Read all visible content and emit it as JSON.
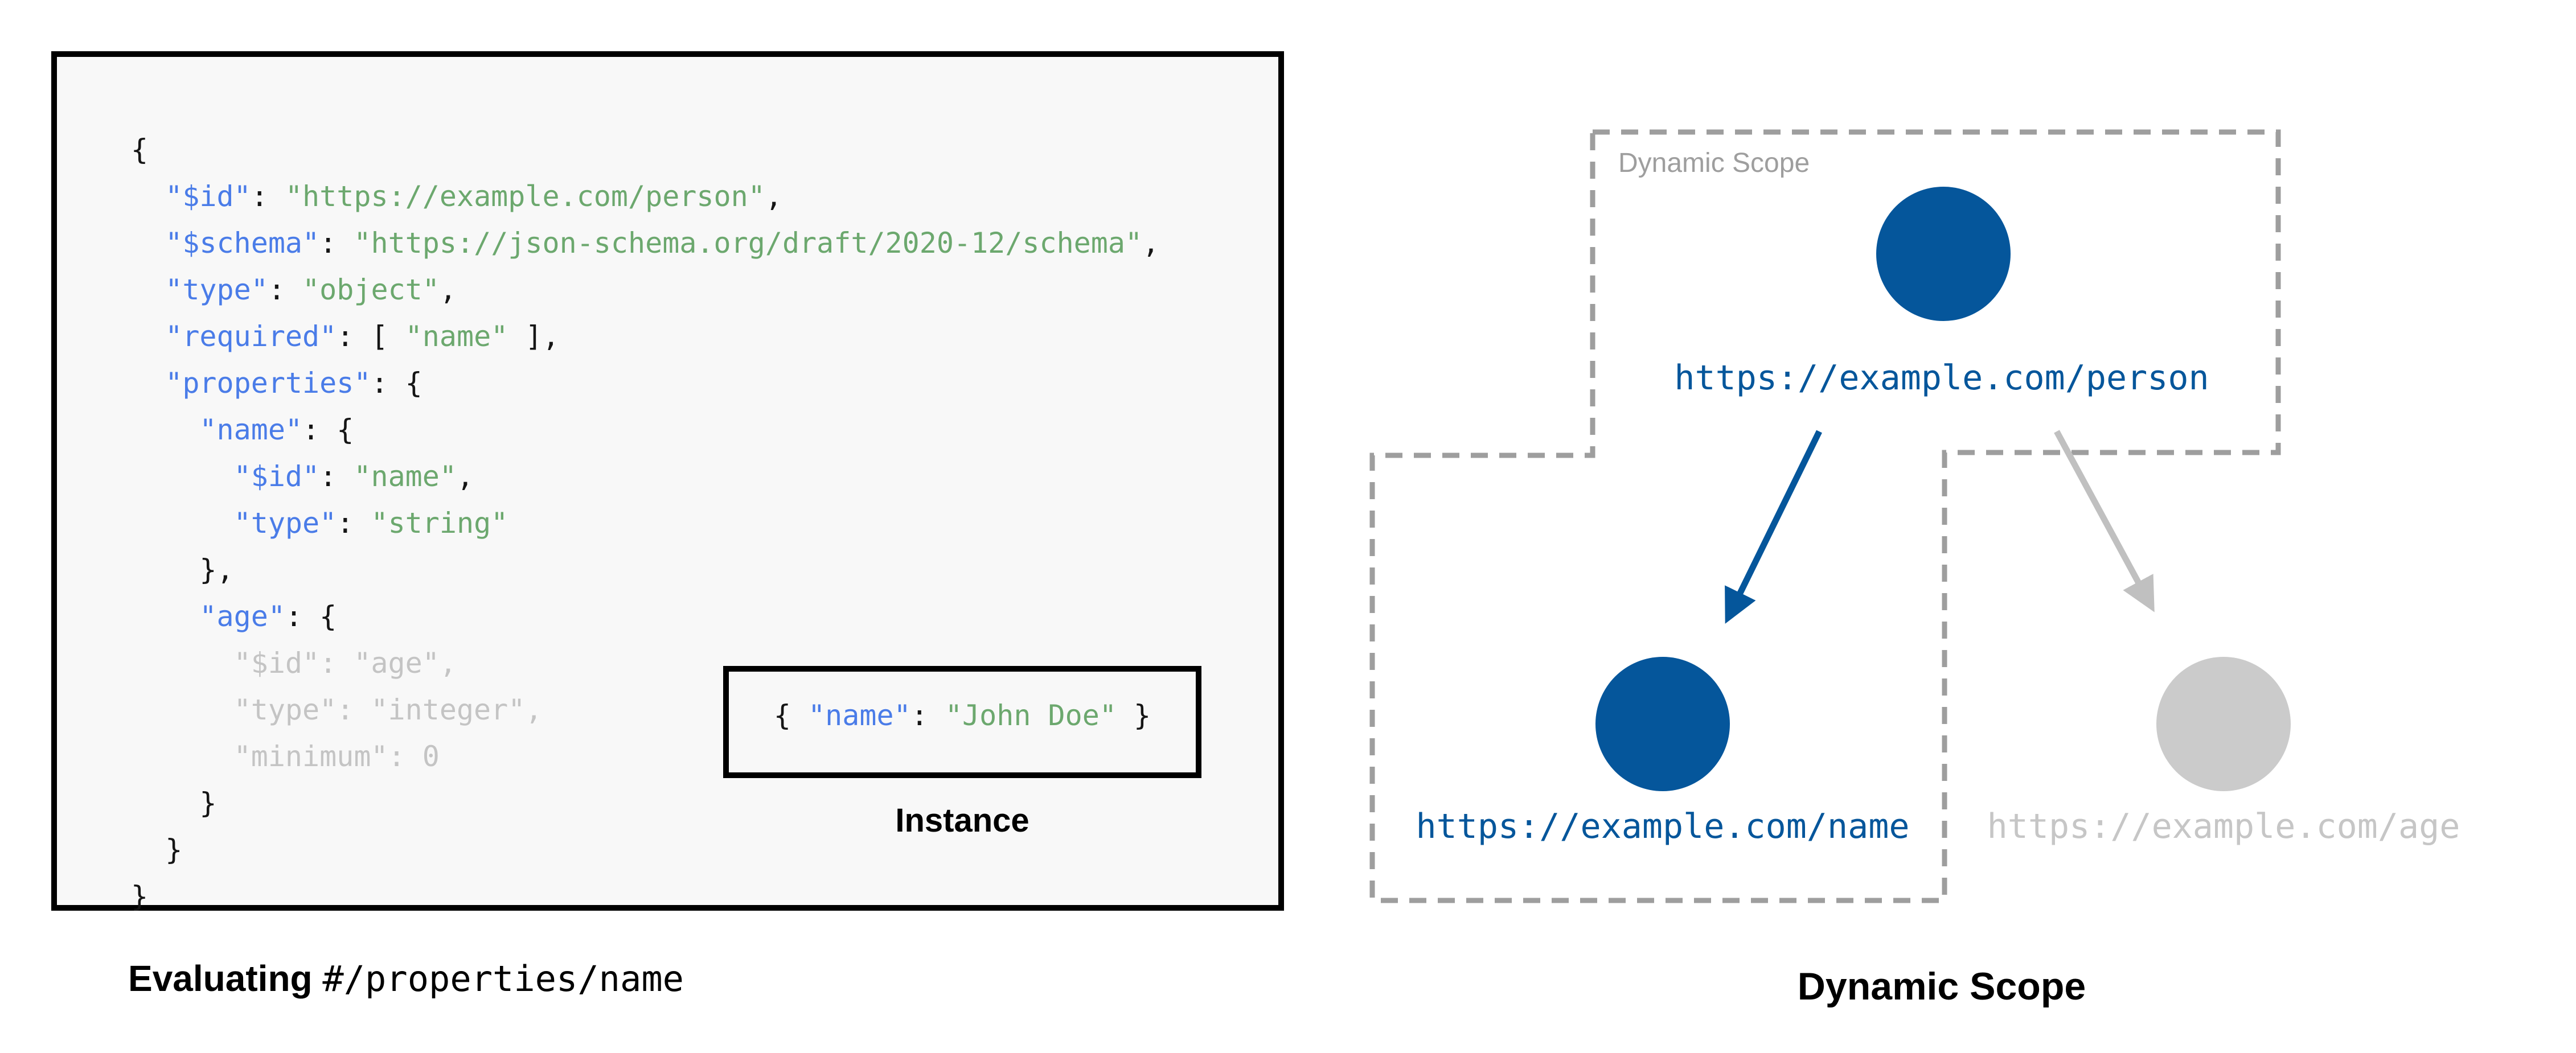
{
  "colors": {
    "code-key": "#4a7ce8",
    "code-str": "#6ca86e",
    "code-plain": "#151515",
    "code-dim": "#c4c4c4",
    "blue": "#05569b",
    "gray-node": "#cbcbcb",
    "gray-text": "#c6c6c6",
    "dash": "#9e9e9e",
    "box_background": "#f8f8f8",
    "box_border": "#000000"
  },
  "schema_code": {
    "lines": [
      [
        {
          "text": "{",
          "style": "plain"
        }
      ],
      [
        {
          "text": "  ",
          "style": "plain"
        },
        {
          "text": "\"$id\"",
          "style": "key"
        },
        {
          "text": ": ",
          "style": "plain"
        },
        {
          "text": "\"https://example.com/person\"",
          "style": "string"
        },
        {
          "text": ",",
          "style": "plain"
        }
      ],
      [
        {
          "text": "  ",
          "style": "plain"
        },
        {
          "text": "\"$schema\"",
          "style": "key"
        },
        {
          "text": ": ",
          "style": "plain"
        },
        {
          "text": "\"https://json-schema.org/draft/2020-12/schema\"",
          "style": "string"
        },
        {
          "text": ",",
          "style": "plain"
        }
      ],
      [
        {
          "text": "  ",
          "style": "plain"
        },
        {
          "text": "\"type\"",
          "style": "key"
        },
        {
          "text": ": ",
          "style": "plain"
        },
        {
          "text": "\"object\"",
          "style": "string"
        },
        {
          "text": ",",
          "style": "plain"
        }
      ],
      [
        {
          "text": "  ",
          "style": "plain"
        },
        {
          "text": "\"required\"",
          "style": "key"
        },
        {
          "text": ": [ ",
          "style": "plain"
        },
        {
          "text": "\"name\"",
          "style": "string"
        },
        {
          "text": " ],",
          "style": "plain"
        }
      ],
      [
        {
          "text": "  ",
          "style": "plain"
        },
        {
          "text": "\"properties\"",
          "style": "key"
        },
        {
          "text": ": {",
          "style": "plain"
        }
      ],
      [
        {
          "text": "    ",
          "style": "plain"
        },
        {
          "text": "\"name\"",
          "style": "key"
        },
        {
          "text": ": {",
          "style": "plain"
        }
      ],
      [
        {
          "text": "      ",
          "style": "plain"
        },
        {
          "text": "\"$id\"",
          "style": "key"
        },
        {
          "text": ": ",
          "style": "plain"
        },
        {
          "text": "\"name\"",
          "style": "string"
        },
        {
          "text": ",",
          "style": "plain"
        }
      ],
      [
        {
          "text": "      ",
          "style": "plain"
        },
        {
          "text": "\"type\"",
          "style": "key"
        },
        {
          "text": ": ",
          "style": "plain"
        },
        {
          "text": "\"string\"",
          "style": "string"
        }
      ],
      [
        {
          "text": "    },",
          "style": "plain"
        }
      ],
      [
        {
          "text": "    ",
          "style": "plain"
        },
        {
          "text": "\"age\"",
          "style": "key"
        },
        {
          "text": ": {",
          "style": "plain"
        }
      ],
      [
        {
          "text": "      \"$id\": \"age\",",
          "style": "dim"
        }
      ],
      [
        {
          "text": "      \"type\": \"integer\",",
          "style": "dim"
        }
      ],
      [
        {
          "text": "      \"minimum\": 0",
          "style": "dim"
        }
      ],
      [
        {
          "text": "    }",
          "style": "plain"
        }
      ],
      [
        {
          "text": "  }",
          "style": "plain"
        }
      ],
      [
        {
          "text": "}",
          "style": "plain"
        }
      ]
    ]
  },
  "instance": {
    "line": [
      {
        "text": "{ ",
        "style": "plain"
      },
      {
        "text": "\"name\"",
        "style": "key"
      },
      {
        "text": ": ",
        "style": "plain"
      },
      {
        "text": "\"John Doe\"",
        "style": "string"
      },
      {
        "text": " }",
        "style": "plain"
      }
    ],
    "label": "Instance"
  },
  "captions": {
    "left_bold": "Evaluating",
    "left_mono": "#/properties/name",
    "right": "Dynamic Scope"
  },
  "diagram": {
    "scope_label": "Dynamic Scope",
    "nodes": [
      {
        "id": "person",
        "label": "https://example.com/person",
        "state": "active"
      },
      {
        "id": "name",
        "label": "https://example.com/name",
        "state": "active"
      },
      {
        "id": "age",
        "label": "https://example.com/age",
        "state": "inactive"
      }
    ]
  }
}
